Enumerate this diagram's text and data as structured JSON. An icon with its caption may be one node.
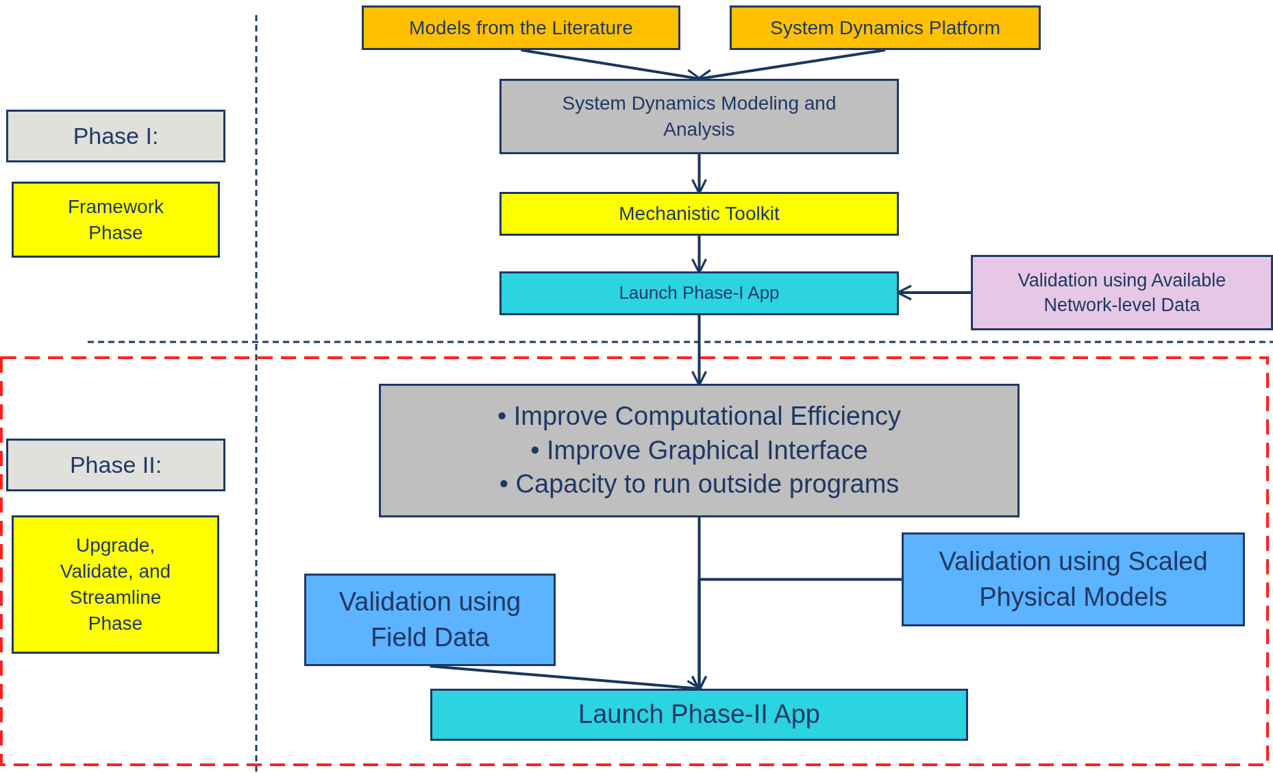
{
  "diagram": {
    "nodes": [
      {
        "text": [
          "Phase I:"
        ]
      },
      {
        "text": [
          "Framework Phase"
        ]
      },
      {
        "text": [
          "Phase II:"
        ]
      },
      {
        "text": [
          "Upgrade, Validate, and Streamline Phase"
        ]
      },
      {
        "text": [
          "Models from the Literature"
        ]
      },
      {
        "text": [
          "System Dynamics Platform"
        ]
      },
      {
        "text": [
          "System Dynamics Modeling and Analysis"
        ]
      },
      {
        "text": [
          "Mechanistic Toolkit"
        ]
      },
      {
        "text": [
          "Launch Phase-I App"
        ]
      },
      {
        "text": [
          "Validation using Available Network-level Data"
        ]
      },
      {
        "text": [
          "• Improve Computational Efficiency",
          "• Improve Graphical Interface",
          "• Capacity to run outside programs"
        ]
      },
      {
        "text": [
          "Validation using Scaled Physical Models"
        ]
      },
      {
        "text": [
          "Validation using Field Data"
        ]
      },
      {
        "text": [
          "Launch Phase-II App"
        ]
      }
    ],
    "edges": [
      {
        "from": 4,
        "to": 6,
        "arrow": "to"
      },
      {
        "from": 5,
        "to": 6,
        "arrow": "to"
      },
      {
        "from": 6,
        "to": 7,
        "arrow": "to"
      },
      {
        "from": 7,
        "to": 8,
        "arrow": "to"
      },
      {
        "from": 9,
        "to": 8,
        "arrow": "to"
      },
      {
        "from": 8,
        "to": 10,
        "arrow": "to"
      },
      {
        "from": 10,
        "to": 13,
        "arrow": "to"
      },
      {
        "from": 11,
        "to": 13,
        "arrow": "to"
      },
      {
        "from": 12,
        "to": 13,
        "arrow": "to"
      }
    ]
  }
}
